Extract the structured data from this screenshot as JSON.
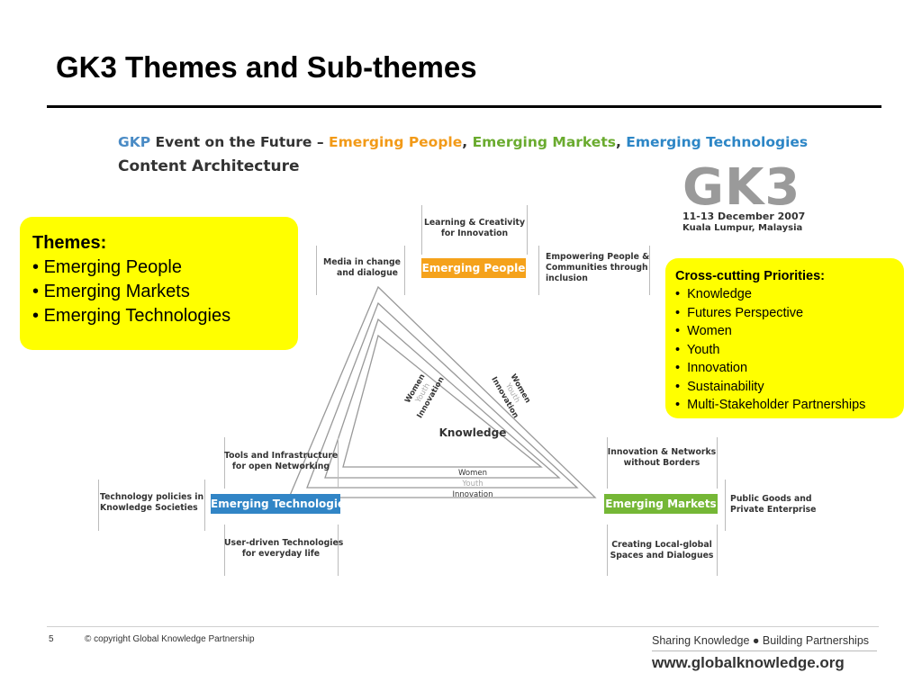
{
  "slide": {
    "title": "GK3 Themes and Sub-themes",
    "page_number": "5",
    "copyright": "© copyright Global Knowledge Partnership",
    "tagline": "Sharing Knowledge ● Building Partnerships",
    "url": "www.globalknowledge.org"
  },
  "figure": {
    "header": {
      "gkp": "GKP",
      "event": "Event on the Future –",
      "people": "Emerging People",
      "comma1": ",",
      "markets": "Emerging Markets",
      "comma2": ",",
      "technologies": "Emerging Technologies"
    },
    "subheader": "Content Architecture",
    "logo": {
      "text": "GK3",
      "date": "11-13 December 2007",
      "place": "Kuala Lumpur, Malaysia"
    },
    "themes": {
      "people": "Emerging People",
      "technologies": "Emerging Technologies",
      "markets": "Emerging Markets"
    },
    "subthemes": {
      "learning_1": "Learning & Creativity",
      "learning_2": "for Innovation",
      "media_1": "Media in change",
      "media_2": "and dialogue",
      "empowering_1": "Empowering People &",
      "empowering_2": "Communities through",
      "empowering_3": "inclusion",
      "tools_1": "Tools and Infrastructure",
      "tools_2": "for open Networking",
      "policies_1": "Technology policies in",
      "policies_2": "Knowledge Societies",
      "user_1": "User-driven Technologies",
      "user_2": "for everyday life",
      "networks_1": "Innovation & Networks",
      "networks_2": "without Borders",
      "public_1": "Public Goods and",
      "public_2": "Private Enterprise",
      "local_1": "Creating Local-global",
      "local_2": "Spaces and Dialogues"
    },
    "triangle": {
      "center": "Knowledge",
      "bottom": [
        "Women",
        "Youth",
        "Innovation"
      ],
      "left": [
        "Women",
        "Youth",
        "Innovation"
      ],
      "right": [
        "Women",
        "Youth",
        "Innovation"
      ]
    }
  },
  "themes_box": {
    "heading": "Themes:",
    "items": [
      "Emerging People",
      "Emerging Markets",
      "Emerging Technologies"
    ]
  },
  "cross_cutting_box": {
    "heading": "Cross-cutting Priorities:",
    "items": [
      "Knowledge",
      "Futures Perspective",
      "Women",
      "Youth",
      "Innovation",
      "Sustainability",
      "Multi-Stakeholder Partnerships"
    ]
  },
  "colors": {
    "highlight_yellow": "#ffff00",
    "people_orange": "#f5a21b",
    "technologies_blue": "#3185c6",
    "markets_green": "#75b736"
  }
}
